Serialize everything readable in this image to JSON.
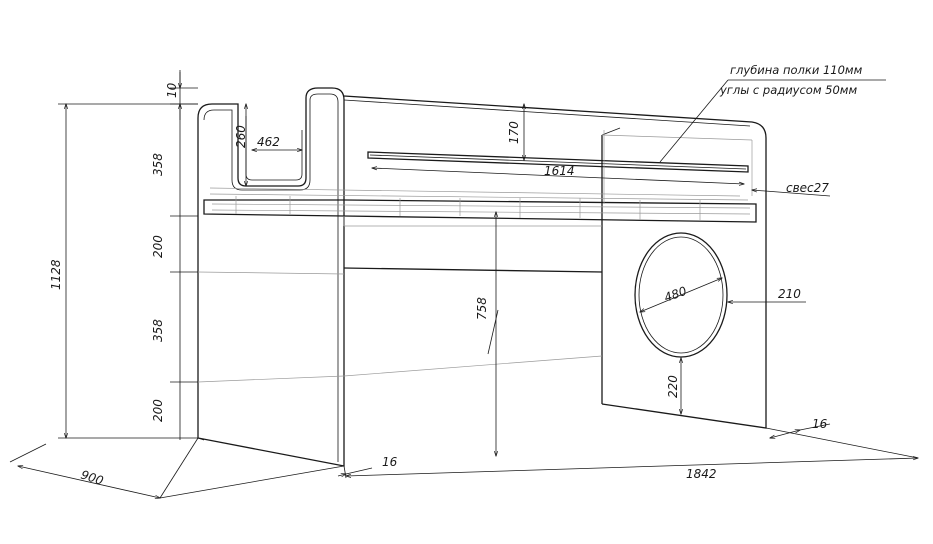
{
  "dimensions": {
    "top_gap": "10",
    "upper_358": "358",
    "mid_200": "200",
    "lower_358": "358",
    "bottom_200": "200",
    "total_height": "1128",
    "cutout_height": "260",
    "cutout_width": "462",
    "shelf_height": "170",
    "shelf_length": "1614",
    "overhang": "свес27",
    "circle_diameter": "480",
    "circle_side": "210",
    "circle_bottom": "220",
    "under_height": "758",
    "depth": "900",
    "left_thickness": "16",
    "length": "1842",
    "right_thickness": "16"
  },
  "notes": {
    "shelf_depth": "глубина полки 110мм",
    "corner_radius": "углы с радиусом 50мм"
  }
}
